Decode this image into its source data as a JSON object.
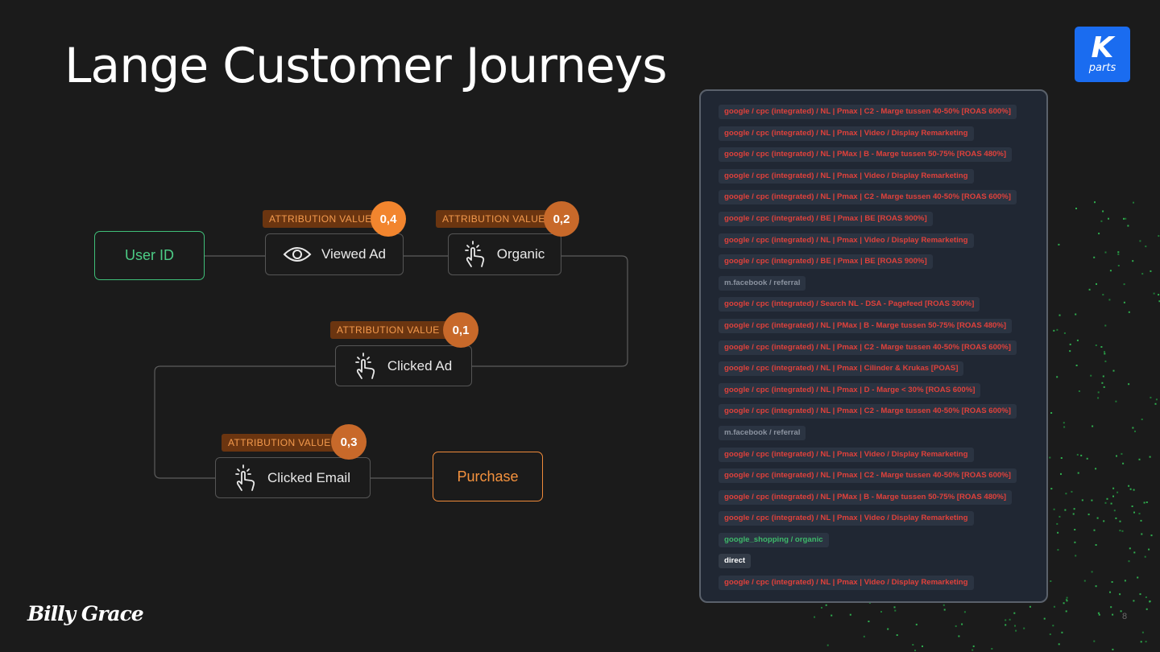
{
  "title": "Lange Customer Journeys",
  "logo": {
    "mark": "K",
    "sub": "parts"
  },
  "brand": "Billy Grace",
  "page_number": "8",
  "colors": {
    "background": "#1b1b1b",
    "accent_orange": "#f2852e",
    "accent_green": "#3fbf79",
    "panel": "#202733",
    "chip_red": "#e0413b"
  },
  "journey": {
    "user_id": "User ID",
    "purchase": "Purchase",
    "attribution_label": "ATTRIBUTION VALUE",
    "steps": [
      {
        "label": "Viewed Ad",
        "icon": "eye-icon",
        "value": "0,4"
      },
      {
        "label": "Organic",
        "icon": "tap-icon",
        "value": "0,2"
      },
      {
        "label": "Clicked Ad",
        "icon": "tap-icon",
        "value": "0,1"
      },
      {
        "label": "Clicked Email",
        "icon": "tap-icon",
        "value": "0,3"
      }
    ]
  },
  "sources": [
    {
      "text": "google / cpc (integrated) / NL | Pmax | C2 - Marge tussen 40-50% [ROAS 600%]",
      "type": "paid"
    },
    {
      "text": "google / cpc (integrated) / NL | Pmax | Video / Display Remarketing",
      "type": "paid"
    },
    {
      "text": "google / cpc (integrated) / NL | PMax | B - Marge tussen 50-75% [ROAS 480%]",
      "type": "paid"
    },
    {
      "text": "google / cpc (integrated) / NL | Pmax | Video / Display Remarketing",
      "type": "paid"
    },
    {
      "text": "google / cpc (integrated) / NL | Pmax | C2 - Marge tussen 40-50% [ROAS 600%]",
      "type": "paid"
    },
    {
      "text": "google / cpc (integrated) / BE | Pmax | BE [ROAS 900%]",
      "type": "paid"
    },
    {
      "text": "google / cpc (integrated) / NL | Pmax | Video / Display Remarketing",
      "type": "paid"
    },
    {
      "text": "google / cpc (integrated) / BE | Pmax | BE [ROAS 900%]",
      "type": "paid"
    },
    {
      "text": "m.facebook / referral",
      "type": "referral"
    },
    {
      "text": "google / cpc (integrated) / Search NL - DSA - Pagefeed [ROAS 300%]",
      "type": "paid"
    },
    {
      "text": "google / cpc (integrated) / NL | PMax | B - Marge tussen 50-75% [ROAS 480%]",
      "type": "paid"
    },
    {
      "text": "google / cpc (integrated) / NL | Pmax | C2 - Marge tussen 40-50% [ROAS 600%]",
      "type": "paid"
    },
    {
      "text": "google / cpc (integrated) / NL | Pmax | Cilinder & Krukas [POAS]",
      "type": "paid"
    },
    {
      "text": "google / cpc (integrated) / NL | Pmax | D - Marge < 30% [ROAS 600%]",
      "type": "paid"
    },
    {
      "text": "google / cpc (integrated) / NL | Pmax | C2 - Marge tussen 40-50% [ROAS 600%]",
      "type": "paid"
    },
    {
      "text": "m.facebook / referral",
      "type": "referral"
    },
    {
      "text": "google / cpc (integrated) / NL | Pmax | Video / Display Remarketing",
      "type": "paid"
    },
    {
      "text": "google / cpc (integrated) / NL | Pmax | C2 - Marge tussen 40-50% [ROAS 600%]",
      "type": "paid"
    },
    {
      "text": "google / cpc (integrated) / NL | PMax | B - Marge tussen 50-75% [ROAS 480%]",
      "type": "paid"
    },
    {
      "text": "google / cpc (integrated) / NL | Pmax | Video / Display Remarketing",
      "type": "paid"
    },
    {
      "text": "google_shopping / organic",
      "type": "organic"
    },
    {
      "text": "direct",
      "type": "direct"
    },
    {
      "text": "google / cpc (integrated) / NL | Pmax | Video / Display Remarketing",
      "type": "paid"
    }
  ]
}
